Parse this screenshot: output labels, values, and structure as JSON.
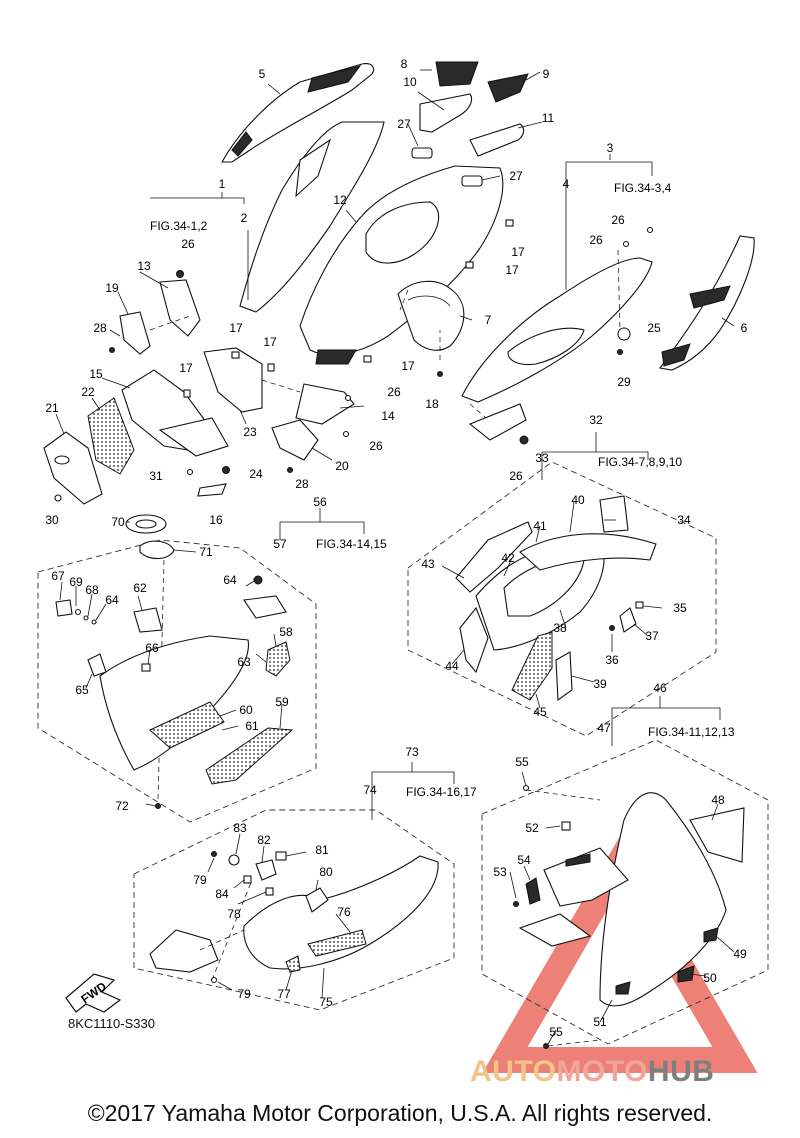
{
  "diagram": {
    "code": "8KC1110-S330",
    "copyright": "©2017 Yamaha Motor Corporation, U.S.A. All rights reserved.",
    "fwd_label": "FWD",
    "watermark": {
      "part1": "AUTO",
      "part2": "MOTO",
      "part3": "HUB",
      "colors": {
        "auto": "#f4c38a",
        "moto": "#f2a69a",
        "hub": "#7f7f7f",
        "triangle": "#e8574a"
      }
    },
    "figure_refs": [
      {
        "id": "ref_1",
        "text": "FIG.34-1,2"
      },
      {
        "id": "ref_3",
        "text": "FIG.34-3,4"
      },
      {
        "id": "ref_32",
        "text": "FIG.34-7,8,9,10"
      },
      {
        "id": "ref_56",
        "text": "FIG.34-14,15"
      },
      {
        "id": "ref_46",
        "text": "FIG.34-11,12,13"
      },
      {
        "id": "ref_73",
        "text": "FIG.34-16,17"
      }
    ],
    "callouts": [
      {
        "id": "c1",
        "text": "1"
      },
      {
        "id": "c2",
        "text": "2"
      },
      {
        "id": "c3",
        "text": "3"
      },
      {
        "id": "c4",
        "text": "4"
      },
      {
        "id": "c5",
        "text": "5"
      },
      {
        "id": "c6",
        "text": "6"
      },
      {
        "id": "c7",
        "text": "7"
      },
      {
        "id": "c8",
        "text": "8"
      },
      {
        "id": "c9",
        "text": "9"
      },
      {
        "id": "c10",
        "text": "10"
      },
      {
        "id": "c11",
        "text": "11"
      },
      {
        "id": "c12",
        "text": "12"
      },
      {
        "id": "c13",
        "text": "13"
      },
      {
        "id": "c14",
        "text": "14"
      },
      {
        "id": "c15",
        "text": "15"
      },
      {
        "id": "c16",
        "text": "16"
      },
      {
        "id": "c17a",
        "text": "17"
      },
      {
        "id": "c17b",
        "text": "17"
      },
      {
        "id": "c17c",
        "text": "17"
      },
      {
        "id": "c17d",
        "text": "17"
      },
      {
        "id": "c17e",
        "text": "17"
      },
      {
        "id": "c17f",
        "text": "17"
      },
      {
        "id": "c18",
        "text": "18"
      },
      {
        "id": "c19",
        "text": "19"
      },
      {
        "id": "c20",
        "text": "20"
      },
      {
        "id": "c21",
        "text": "21"
      },
      {
        "id": "c22",
        "text": "22"
      },
      {
        "id": "c23",
        "text": "23"
      },
      {
        "id": "c24",
        "text": "24"
      },
      {
        "id": "c25",
        "text": "25"
      },
      {
        "id": "c26a",
        "text": "26"
      },
      {
        "id": "c26b",
        "text": "26"
      },
      {
        "id": "c26c",
        "text": "26"
      },
      {
        "id": "c26d",
        "text": "26"
      },
      {
        "id": "c26e",
        "text": "26"
      },
      {
        "id": "c26f",
        "text": "26"
      },
      {
        "id": "c27a",
        "text": "27"
      },
      {
        "id": "c27b",
        "text": "27"
      },
      {
        "id": "c28a",
        "text": "28"
      },
      {
        "id": "c28b",
        "text": "28"
      },
      {
        "id": "c29",
        "text": "29"
      },
      {
        "id": "c30",
        "text": "30"
      },
      {
        "id": "c31",
        "text": "31"
      },
      {
        "id": "c32",
        "text": "32"
      },
      {
        "id": "c33",
        "text": "33"
      },
      {
        "id": "c34",
        "text": "34"
      },
      {
        "id": "c35",
        "text": "35"
      },
      {
        "id": "c36",
        "text": "36"
      },
      {
        "id": "c37",
        "text": "37"
      },
      {
        "id": "c38",
        "text": "38"
      },
      {
        "id": "c39",
        "text": "39"
      },
      {
        "id": "c40",
        "text": "40"
      },
      {
        "id": "c41",
        "text": "41"
      },
      {
        "id": "c42",
        "text": "42"
      },
      {
        "id": "c43",
        "text": "43"
      },
      {
        "id": "c44",
        "text": "44"
      },
      {
        "id": "c45",
        "text": "45"
      },
      {
        "id": "c46",
        "text": "46"
      },
      {
        "id": "c47",
        "text": "47"
      },
      {
        "id": "c48",
        "text": "48"
      },
      {
        "id": "c49",
        "text": "49"
      },
      {
        "id": "c50",
        "text": "50"
      },
      {
        "id": "c51",
        "text": "51"
      },
      {
        "id": "c52",
        "text": "52"
      },
      {
        "id": "c53",
        "text": "53"
      },
      {
        "id": "c54",
        "text": "54"
      },
      {
        "id": "c55a",
        "text": "55"
      },
      {
        "id": "c55b",
        "text": "55"
      },
      {
        "id": "c56",
        "text": "56"
      },
      {
        "id": "c57",
        "text": "57"
      },
      {
        "id": "c58",
        "text": "58"
      },
      {
        "id": "c59",
        "text": "59"
      },
      {
        "id": "c60",
        "text": "60"
      },
      {
        "id": "c61",
        "text": "61"
      },
      {
        "id": "c62",
        "text": "62"
      },
      {
        "id": "c63",
        "text": "63"
      },
      {
        "id": "c64a",
        "text": "64"
      },
      {
        "id": "c64b",
        "text": "64"
      },
      {
        "id": "c65",
        "text": "65"
      },
      {
        "id": "c66",
        "text": "66"
      },
      {
        "id": "c67",
        "text": "67"
      },
      {
        "id": "c68",
        "text": "68"
      },
      {
        "id": "c69",
        "text": "69"
      },
      {
        "id": "c70",
        "text": "70"
      },
      {
        "id": "c71",
        "text": "71"
      },
      {
        "id": "c72",
        "text": "72"
      },
      {
        "id": "c73",
        "text": "73"
      },
      {
        "id": "c74",
        "text": "74"
      },
      {
        "id": "c75",
        "text": "75"
      },
      {
        "id": "c76",
        "text": "76"
      },
      {
        "id": "c77",
        "text": "77"
      },
      {
        "id": "c78",
        "text": "78"
      },
      {
        "id": "c79a",
        "text": "79"
      },
      {
        "id": "c79b",
        "text": "79"
      },
      {
        "id": "c80",
        "text": "80"
      },
      {
        "id": "c81",
        "text": "81"
      },
      {
        "id": "c82",
        "text": "82"
      },
      {
        "id": "c83",
        "text": "83"
      },
      {
        "id": "c84",
        "text": "84"
      }
    ]
  }
}
